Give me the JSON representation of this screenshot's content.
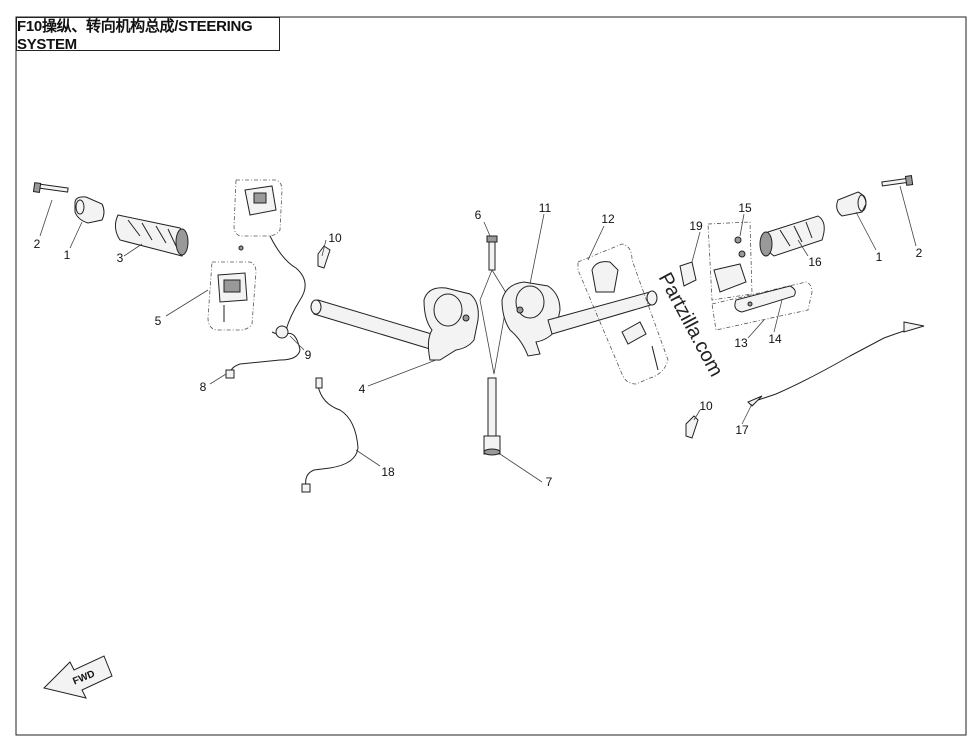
{
  "title": "F10操纵、转向机构总成/STEERING SYSTEM",
  "watermark": "Partzilla.com",
  "fwd_label": "FWD",
  "callouts": [
    {
      "id": "c-2-left",
      "text": "2"
    },
    {
      "id": "c-1-left",
      "text": "1"
    },
    {
      "id": "c-3",
      "text": "3"
    },
    {
      "id": "c-5",
      "text": "5"
    },
    {
      "id": "c-10-left",
      "text": "10"
    },
    {
      "id": "c-9",
      "text": "9"
    },
    {
      "id": "c-8",
      "text": "8"
    },
    {
      "id": "c-4",
      "text": "4"
    },
    {
      "id": "c-18",
      "text": "18"
    },
    {
      "id": "c-6",
      "text": "6"
    },
    {
      "id": "c-11",
      "text": "11"
    },
    {
      "id": "c-7",
      "text": "7"
    },
    {
      "id": "c-12",
      "text": "12"
    },
    {
      "id": "c-19",
      "text": "19"
    },
    {
      "id": "c-15",
      "text": "15"
    },
    {
      "id": "c-16",
      "text": "16"
    },
    {
      "id": "c-1-right",
      "text": "1"
    },
    {
      "id": "c-2-right",
      "text": "2"
    },
    {
      "id": "c-13",
      "text": "13"
    },
    {
      "id": "c-14",
      "text": "14"
    },
    {
      "id": "c-10-right",
      "text": "10"
    },
    {
      "id": "c-17",
      "text": "17"
    }
  ]
}
